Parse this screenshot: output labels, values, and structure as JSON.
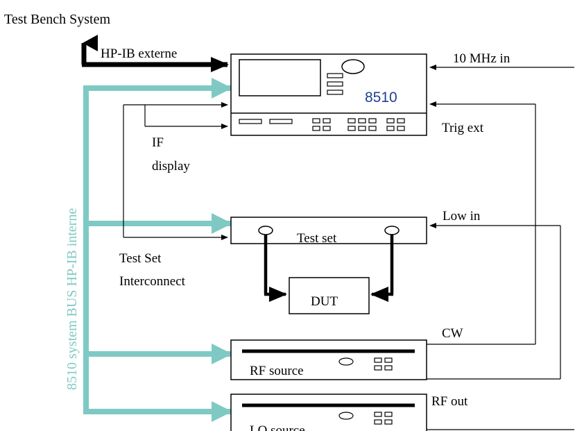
{
  "title": "Test Bench System",
  "labels": {
    "hpib_externe": "HP-IB externe",
    "ten_mhz_in": "10 MHz in",
    "trig_ext": "Trig ext",
    "if_display_line1": "IF",
    "if_display_line2": "display",
    "low_in": "Low in",
    "test_set_interconnect_line1": "Test Set",
    "test_set_interconnect_line2": "Interconnect",
    "cw": "CW",
    "rf_out": "RF out",
    "system_bus": "8510 system BUS HP-IB interne"
  },
  "blocks": {
    "analyzer_model": "8510",
    "test_set": "Test set",
    "dut": "DUT",
    "rf_source": "RF source",
    "lo_source": "LO source"
  },
  "colors": {
    "bus": "#7fc9c4",
    "bus_text": "#7fc9c4",
    "model_text": "#1f3f8f",
    "line": "#000000"
  }
}
